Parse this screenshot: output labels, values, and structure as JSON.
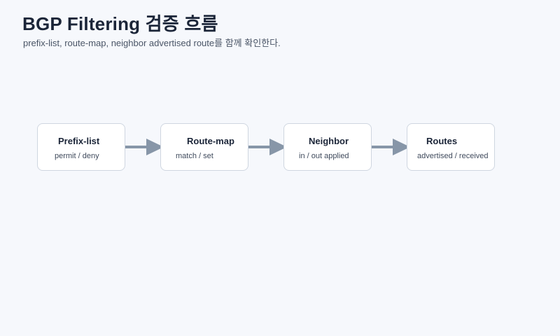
{
  "header": {
    "title": "BGP Filtering 검증 흐름",
    "subtitle": "prefix-list, route-map, neighbor advertised route를 함께 확인한다."
  },
  "flow": {
    "steps": [
      {
        "title": "Prefix-list",
        "subtitle": "permit / deny"
      },
      {
        "title": "Route-map",
        "subtitle": "match / set"
      },
      {
        "title": "Neighbor",
        "subtitle": "in / out applied"
      },
      {
        "title": "Routes",
        "subtitle": "advertised / received"
      }
    ],
    "arrow_color": "#8796a8"
  }
}
